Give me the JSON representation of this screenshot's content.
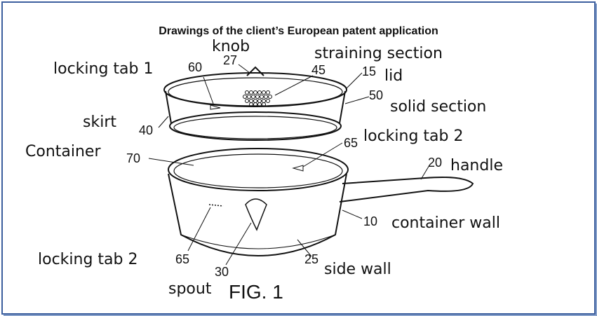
{
  "title": "Drawings of the client’s European patent application",
  "figure_label": "FIG. 1",
  "reference_numerals": {
    "n27": "27",
    "n60": "60",
    "n45": "45",
    "n15": "15",
    "n50": "50",
    "n40": "40",
    "n65_top": "65",
    "n70": "70",
    "n20": "20",
    "n10": "10",
    "n65_bottom": "65",
    "n30": "30",
    "n25": "25"
  },
  "handwritten_labels": {
    "knob": "knob",
    "straining_section": "straining section",
    "locking_tab_1": "locking tab 1",
    "lid": "lid",
    "solid_section": "solid section",
    "skirt": "skirt",
    "container": "Container",
    "locking_tab_2_top": "locking tab 2",
    "handle": "handle",
    "container_wall": "container wall",
    "locking_tab_2_bottom": "locking tab 2",
    "side_wall": "side wall",
    "spout": "spout"
  },
  "colors": {
    "frame": "#3c5f9e",
    "shadow": "#8aa3cc",
    "ink": "#111111"
  }
}
